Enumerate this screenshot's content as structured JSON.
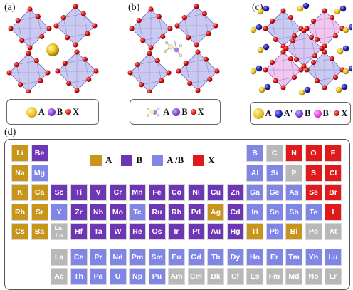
{
  "panels": {
    "a": {
      "label": "(a)",
      "legend": [
        {
          "sym": "A",
          "kind": "gold"
        },
        {
          "sym": "B",
          "kind": "purple"
        },
        {
          "sym": "X",
          "kind": "red"
        }
      ]
    },
    "b": {
      "label": "(b)",
      "legend": [
        {
          "sym": "A",
          "kind": "cluster"
        },
        {
          "sym": "B",
          "kind": "purple"
        },
        {
          "sym": "X",
          "kind": "red"
        }
      ]
    },
    "c": {
      "label": "(c)",
      "legend": [
        {
          "sym": "A",
          "kind": "gold"
        },
        {
          "sym": "A'",
          "kind": "navy"
        },
        {
          "sym": "B",
          "kind": "purple"
        },
        {
          "sym": "B'",
          "kind": "magenta"
        },
        {
          "sym": "X",
          "kind": "red"
        }
      ]
    }
  },
  "periodic": {
    "label": "(d)",
    "legend": [
      {
        "type": "A",
        "label": "A"
      },
      {
        "type": "B",
        "label": "B"
      },
      {
        "type": "AB",
        "label": "A /B"
      },
      {
        "type": "X",
        "label": "X"
      }
    ],
    "colors": {
      "A": "#c8941a",
      "B": "#6d36b5",
      "AB": "#7f86e6",
      "X": "#e01a1a",
      "N": "#b8b8b8"
    },
    "elements": [
      {
        "sym": "Li",
        "row": 0,
        "col": 0,
        "type": "A"
      },
      {
        "sym": "Be",
        "row": 0,
        "col": 1,
        "type": "B"
      },
      {
        "sym": "B",
        "row": 0,
        "col": 12,
        "type": "AB"
      },
      {
        "sym": "C",
        "row": 0,
        "col": 13,
        "type": "N"
      },
      {
        "sym": "N",
        "row": 0,
        "col": 14,
        "type": "X"
      },
      {
        "sym": "O",
        "row": 0,
        "col": 15,
        "type": "X"
      },
      {
        "sym": "F",
        "row": 0,
        "col": 16,
        "type": "X"
      },
      {
        "sym": "Na",
        "row": 1,
        "col": 0,
        "type": "A"
      },
      {
        "sym": "Mg",
        "row": 1,
        "col": 1,
        "type": "AB"
      },
      {
        "sym": "Al",
        "row": 1,
        "col": 12,
        "type": "AB"
      },
      {
        "sym": "Si",
        "row": 1,
        "col": 13,
        "type": "AB"
      },
      {
        "sym": "P",
        "row": 1,
        "col": 14,
        "type": "N"
      },
      {
        "sym": "S",
        "row": 1,
        "col": 15,
        "type": "X"
      },
      {
        "sym": "Cl",
        "row": 1,
        "col": 16,
        "type": "X"
      },
      {
        "sym": "K",
        "row": 2,
        "col": 0,
        "type": "A"
      },
      {
        "sym": "Ca",
        "row": 2,
        "col": 1,
        "type": "A"
      },
      {
        "sym": "Sc",
        "row": 2,
        "col": 2,
        "type": "B"
      },
      {
        "sym": "Ti",
        "row": 2,
        "col": 3,
        "type": "B"
      },
      {
        "sym": "V",
        "row": 2,
        "col": 4,
        "type": "B"
      },
      {
        "sym": "Cr",
        "row": 2,
        "col": 5,
        "type": "B"
      },
      {
        "sym": "Mn",
        "row": 2,
        "col": 6,
        "type": "B"
      },
      {
        "sym": "Fe",
        "row": 2,
        "col": 7,
        "type": "B"
      },
      {
        "sym": "Co",
        "row": 2,
        "col": 8,
        "type": "B"
      },
      {
        "sym": "Ni",
        "row": 2,
        "col": 9,
        "type": "B"
      },
      {
        "sym": "Cu",
        "row": 2,
        "col": 10,
        "type": "B"
      },
      {
        "sym": "Zn",
        "row": 2,
        "col": 11,
        "type": "B"
      },
      {
        "sym": "Ga",
        "row": 2,
        "col": 12,
        "type": "AB"
      },
      {
        "sym": "Ge",
        "row": 2,
        "col": 13,
        "type": "AB"
      },
      {
        "sym": "As",
        "row": 2,
        "col": 14,
        "type": "AB"
      },
      {
        "sym": "Se",
        "row": 2,
        "col": 15,
        "type": "X"
      },
      {
        "sym": "Br",
        "row": 2,
        "col": 16,
        "type": "X"
      },
      {
        "sym": "Rb",
        "row": 3,
        "col": 0,
        "type": "A"
      },
      {
        "sym": "Sr",
        "row": 3,
        "col": 1,
        "type": "A"
      },
      {
        "sym": "Y",
        "row": 3,
        "col": 2,
        "type": "AB"
      },
      {
        "sym": "Zr",
        "row": 3,
        "col": 3,
        "type": "B"
      },
      {
        "sym": "Nb",
        "row": 3,
        "col": 4,
        "type": "B"
      },
      {
        "sym": "Mo",
        "row": 3,
        "col": 5,
        "type": "B"
      },
      {
        "sym": "Tc",
        "row": 3,
        "col": 6,
        "type": "AB"
      },
      {
        "sym": "Ru",
        "row": 3,
        "col": 7,
        "type": "B"
      },
      {
        "sym": "Rh",
        "row": 3,
        "col": 8,
        "type": "B"
      },
      {
        "sym": "Pd",
        "row": 3,
        "col": 9,
        "type": "B"
      },
      {
        "sym": "Ag",
        "row": 3,
        "col": 10,
        "type": "A"
      },
      {
        "sym": "Cd",
        "row": 3,
        "col": 11,
        "type": "B"
      },
      {
        "sym": "In",
        "row": 3,
        "col": 12,
        "type": "AB"
      },
      {
        "sym": "Sn",
        "row": 3,
        "col": 13,
        "type": "AB"
      },
      {
        "sym": "Sb",
        "row": 3,
        "col": 14,
        "type": "AB"
      },
      {
        "sym": "Te",
        "row": 3,
        "col": 15,
        "type": "AB"
      },
      {
        "sym": "I",
        "row": 3,
        "col": 16,
        "type": "X"
      },
      {
        "sym": "Cs",
        "row": 4,
        "col": 0,
        "type": "A"
      },
      {
        "sym": "Ba",
        "row": 4,
        "col": 1,
        "type": "A"
      },
      {
        "sym": "La-\nLu",
        "row": 4,
        "col": 2,
        "type": "N",
        "small": true
      },
      {
        "sym": "Hf",
        "row": 4,
        "col": 3,
        "type": "B"
      },
      {
        "sym": "Ta",
        "row": 4,
        "col": 4,
        "type": "B"
      },
      {
        "sym": "W",
        "row": 4,
        "col": 5,
        "type": "B"
      },
      {
        "sym": "Re",
        "row": 4,
        "col": 6,
        "type": "B"
      },
      {
        "sym": "Os",
        "row": 4,
        "col": 7,
        "type": "B"
      },
      {
        "sym": "Ir",
        "row": 4,
        "col": 8,
        "type": "B"
      },
      {
        "sym": "Pt",
        "row": 4,
        "col": 9,
        "type": "B"
      },
      {
        "sym": "Au",
        "row": 4,
        "col": 10,
        "type": "B"
      },
      {
        "sym": "Hg",
        "row": 4,
        "col": 11,
        "type": "B"
      },
      {
        "sym": "Tl",
        "row": 4,
        "col": 12,
        "type": "A"
      },
      {
        "sym": "Pb",
        "row": 4,
        "col": 13,
        "type": "AB"
      },
      {
        "sym": "Bi",
        "row": 4,
        "col": 14,
        "type": "A"
      },
      {
        "sym": "Po",
        "row": 4,
        "col": 15,
        "type": "N"
      },
      {
        "sym": "At",
        "row": 4,
        "col": 16,
        "type": "N"
      },
      {
        "sym": "La",
        "row": 5,
        "col": 2,
        "type": "N"
      },
      {
        "sym": "Ce",
        "row": 5,
        "col": 3,
        "type": "AB"
      },
      {
        "sym": "Pr",
        "row": 5,
        "col": 4,
        "type": "AB"
      },
      {
        "sym": "Nd",
        "row": 5,
        "col": 5,
        "type": "AB"
      },
      {
        "sym": "Pm",
        "row": 5,
        "col": 6,
        "type": "AB"
      },
      {
        "sym": "Sm",
        "row": 5,
        "col": 7,
        "type": "AB"
      },
      {
        "sym": "Eu",
        "row": 5,
        "col": 8,
        "type": "AB"
      },
      {
        "sym": "Gd",
        "row": 5,
        "col": 9,
        "type": "AB"
      },
      {
        "sym": "Tb",
        "row": 5,
        "col": 10,
        "type": "AB"
      },
      {
        "sym": "Dy",
        "row": 5,
        "col": 11,
        "type": "AB"
      },
      {
        "sym": "Ho",
        "row": 5,
        "col": 12,
        "type": "AB"
      },
      {
        "sym": "Er",
        "row": 5,
        "col": 13,
        "type": "AB"
      },
      {
        "sym": "Tm",
        "row": 5,
        "col": 14,
        "type": "AB"
      },
      {
        "sym": "Yb",
        "row": 5,
        "col": 15,
        "type": "AB"
      },
      {
        "sym": "Lu",
        "row": 5,
        "col": 16,
        "type": "AB"
      },
      {
        "sym": "Ac",
        "row": 6,
        "col": 2,
        "type": "N"
      },
      {
        "sym": "Th",
        "row": 6,
        "col": 3,
        "type": "AB"
      },
      {
        "sym": "Pa",
        "row": 6,
        "col": 4,
        "type": "AB"
      },
      {
        "sym": "U",
        "row": 6,
        "col": 5,
        "type": "AB"
      },
      {
        "sym": "Np",
        "row": 6,
        "col": 6,
        "type": "AB"
      },
      {
        "sym": "Pu",
        "row": 6,
        "col": 7,
        "type": "AB"
      },
      {
        "sym": "Am",
        "row": 6,
        "col": 8,
        "type": "N"
      },
      {
        "sym": "Cm",
        "row": 6,
        "col": 9,
        "type": "N"
      },
      {
        "sym": "Bk",
        "row": 6,
        "col": 10,
        "type": "N"
      },
      {
        "sym": "Cf",
        "row": 6,
        "col": 11,
        "type": "N"
      },
      {
        "sym": "Es",
        "row": 6,
        "col": 12,
        "type": "N"
      },
      {
        "sym": "Fm",
        "row": 6,
        "col": 13,
        "type": "N"
      },
      {
        "sym": "Md",
        "row": 6,
        "col": 14,
        "type": "N"
      },
      {
        "sym": "No",
        "row": 6,
        "col": 15,
        "type": "N"
      },
      {
        "sym": "Lr",
        "row": 6,
        "col": 16,
        "type": "N"
      }
    ]
  }
}
